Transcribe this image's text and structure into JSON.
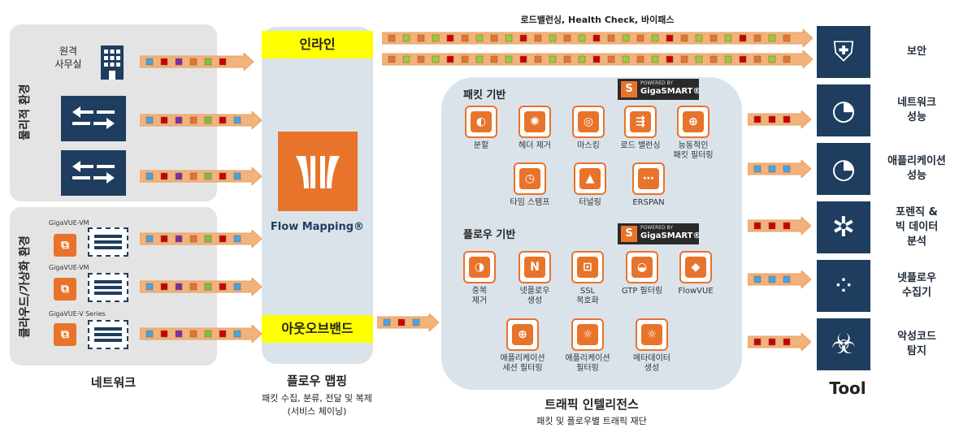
{
  "network": {
    "physical_label": "물리적 환경",
    "cloud_label": "클라우드/가상화 환경",
    "remote_office": "원격\n사무실",
    "vm1": "GigaVUE-VM",
    "vm2": "GigaVUE-VM",
    "vm3": "GigaVUE-V Series",
    "caption": "네트워크"
  },
  "mapping": {
    "inline": "인라인",
    "flow_mapping": "Flow Mapping®",
    "outofband": "아웃오브밴드",
    "caption": "플로우 맵핑",
    "sub1": "패킷 수집, 분류, 전달 및 복제",
    "sub2": "(서비스 체이닝)"
  },
  "top_arrow_label": "로드밸런싱, Health Check, 바이패스",
  "intel": {
    "packet_title": "패킷 기반",
    "flow_title": "플로우 기반",
    "powered_by": "POWERED BY",
    "gigasmart": "GigaSMART®",
    "packet_items": [
      {
        "label": "분할",
        "icon": "split-icon"
      },
      {
        "label": "헤더 제거",
        "icon": "header-strip-icon"
      },
      {
        "label": "마스킹",
        "icon": "mask-icon"
      },
      {
        "label": "로드 밸런싱",
        "icon": "load-balance-icon"
      },
      {
        "label": "능동적인\n패킷 필터링",
        "icon": "globe-filter-icon"
      },
      {
        "label": "타임 스탬프",
        "icon": "clock-icon"
      },
      {
        "label": "터널링",
        "icon": "tunnel-icon"
      },
      {
        "label": "ERSPAN",
        "icon": "erspan-icon"
      }
    ],
    "flow_items": [
      {
        "label": "중복\n제거",
        "icon": "dedup-icon"
      },
      {
        "label": "넷플로우\n생성",
        "icon": "netflow-icon"
      },
      {
        "label": "SSL\n복호화",
        "icon": "lock-icon"
      },
      {
        "label": "GTP 필터링",
        "icon": "gtp-icon"
      },
      {
        "label": "FlowVUE",
        "icon": "flowvue-icon"
      },
      {
        "label": "애플리케이션\n세션 필터링",
        "icon": "app-session-icon"
      },
      {
        "label": "애플리케이션\n필터링",
        "icon": "app-filter-icon"
      },
      {
        "label": "메타데이터\n생성",
        "icon": "metadata-icon"
      }
    ],
    "caption": "트래픽 인텔리전스",
    "sub": "패킷 및 플로우별 트래픽 재단"
  },
  "tools": {
    "caption": "Tool",
    "items": [
      {
        "label": "보안",
        "icon": "shield-icon"
      },
      {
        "label": "네트워크\n성능",
        "icon": "gauge-icon"
      },
      {
        "label": "애플리케이션\n성능",
        "icon": "gauge-icon"
      },
      {
        "label": "포렌직 &\n빅 데이터\n분석",
        "icon": "aperture-icon"
      },
      {
        "label": "넷플로우\n수집기",
        "icon": "nodes-icon"
      },
      {
        "label": "악성코드\n탐지",
        "icon": "biohazard-icon"
      }
    ]
  },
  "colors": {
    "navy": "#1e3d5f",
    "orange": "#e8732a",
    "yellow": "#ffff00",
    "panel": "#e4e4e4",
    "intel_panel": "#dbe3ea"
  }
}
